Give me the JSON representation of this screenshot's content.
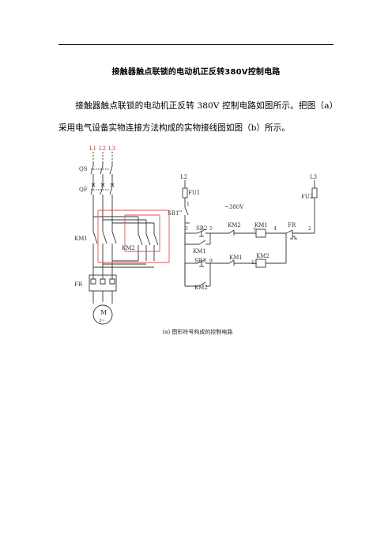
{
  "document": {
    "title": "接触器触点联锁的电动机正反转380V控制电路",
    "paragraph": "接触器触点联锁的电动机正反转 380V 控制电路如图所示。把图（a）采用电气设备实物连接方法构成的实物接线图如图（b）所示。"
  },
  "figure": {
    "caption": "(a) 图形符号构成的控制电路",
    "phase_labels": [
      "L1",
      "L2",
      "L3"
    ],
    "main_labels": {
      "qs": "QS",
      "qf": "QF",
      "km1": "KM1",
      "km2": "KM2",
      "fr": "FR",
      "motor": "M",
      "motor_sub": "3~"
    },
    "control_labels": {
      "l2": "L2",
      "l3": "L3",
      "fu1": "FU1",
      "fu2": "FU2",
      "voltage": "~380V",
      "sb1": "SB1",
      "sb2": "SB2",
      "sb3": "SB3",
      "km1_nc": "KM1",
      "km2_nc": "KM2",
      "km1_hold": "KM1",
      "km2_hold": "KM2",
      "km1_coil": "KM1",
      "km2_coil": "KM2",
      "fr_nc": "FR",
      "n1": "1",
      "n2": "2",
      "n3": "3",
      "n4": "4",
      "n5": "5",
      "n7": "7",
      "n9": "9",
      "n11": "11"
    },
    "colors": {
      "wire": "#333333",
      "phase_label": "#c0392b",
      "interlock": "#d9534f"
    }
  }
}
